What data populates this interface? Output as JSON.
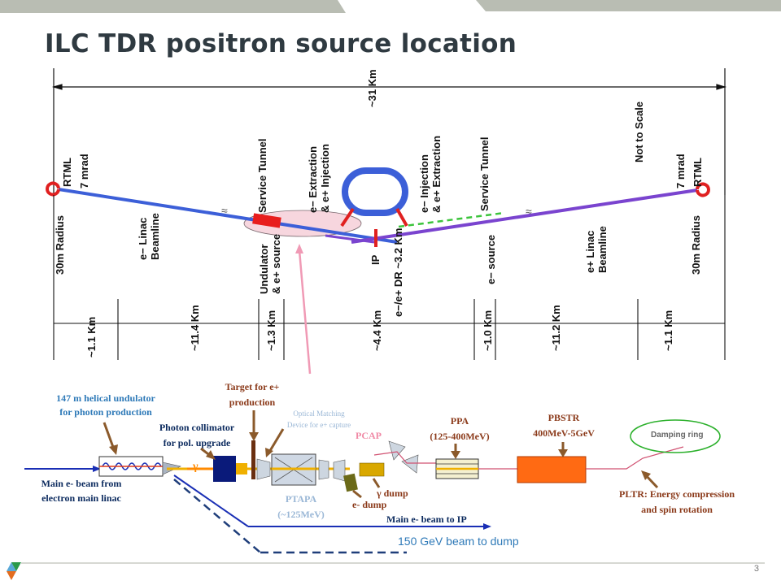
{
  "slide": {
    "title": "ILC TDR positron source location",
    "page_number": "3"
  },
  "layout_diagram": {
    "total_length": "~31 Km",
    "not_to_scale": "Not to Scale",
    "rtml_left": "RTML",
    "mrad_left": "7 mrad",
    "rtml_right": "RTML",
    "mrad_right": "7 mrad",
    "radius_left": "30m Radius",
    "radius_right": "30m Radius",
    "e_minus_linac": [
      "e− Linac",
      "Beamline"
    ],
    "e_plus_linac": [
      "e+ Linac",
      "Beamline"
    ],
    "service_tunnel_left": "Service Tunnel",
    "service_tunnel_right": "Service Tunnel",
    "extraction_left": [
      "e− Extraction",
      "& e+ Injection"
    ],
    "injection_right": [
      "e− Injection",
      "& e+ Extraction"
    ],
    "undulator_source": [
      "Undulator",
      "& e+ source"
    ],
    "ip": "IP",
    "dr_length": "e−/e+ DR ~3.2 Km",
    "e_source": "e− source",
    "segments": [
      "~1.1 Km",
      "~11.4 Km",
      "~1.3 Km",
      "~4.4 Km",
      "~1.0 Km",
      "~11.2 Km",
      "~1.1 Km"
    ]
  },
  "positron_source": {
    "undulator": [
      "147 m helical undulator",
      "for photon production"
    ],
    "target": [
      "Target for e+",
      "production"
    ],
    "collimator": [
      "Photon collimator",
      "for pol. upgrade"
    ],
    "omd": [
      "Optical Matching",
      "Device for e+ capture"
    ],
    "pcap": "PCAP",
    "ppa": [
      "PPA",
      "(125-400MeV)"
    ],
    "pbstr": [
      "PBSTR",
      "400MeV-5GeV"
    ],
    "damping_ring": "Damping ring",
    "main_beam_from": [
      "Main e- beam from",
      "electron main linac"
    ],
    "gamma": "γ",
    "ptapa": [
      "PTAPA",
      "(~125MeV)"
    ],
    "gamma_dump": "γ dump",
    "e_dump": "e- dump",
    "main_beam_to_ip": "Main e- beam to IP",
    "beam_to_dump": "150 GeV beam to dump",
    "pltr": [
      "PLTR: Energy compression",
      "and spin rotation"
    ]
  }
}
